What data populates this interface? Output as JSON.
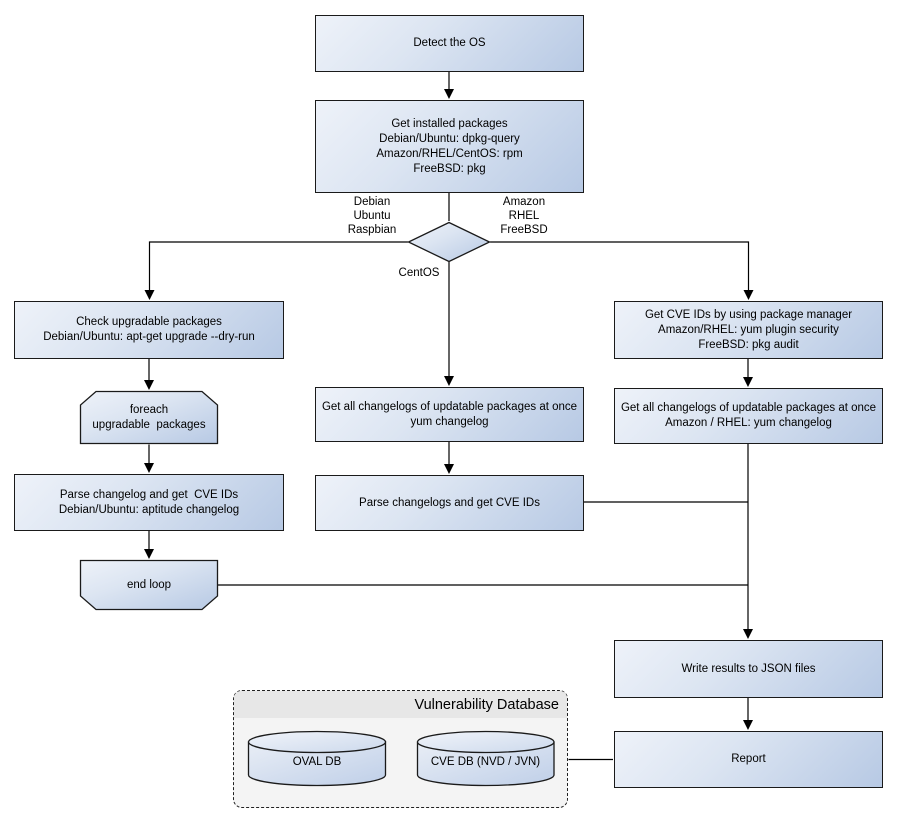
{
  "nodes": {
    "detect_os": "Detect the OS",
    "get_installed_packages": "Get installed packages\nDebian/Ubuntu: dpkg-query\nAmazon/RHEL/CentOS: rpm\nFreeBSD: pkg",
    "check_upgradable": "Check upgradable packages\nDebian/Ubuntu: apt-get upgrade --dry-run",
    "foreach_loop": "foreach\nupgradable  packages",
    "parse_changelog_deb": "Parse changelog and get  CVE IDs\nDebian/Ubuntu: aptitude changelog",
    "end_loop": "end loop",
    "get_changelogs_centos": "Get all changelogs of updatable packages at once\nyum changelog",
    "parse_changelogs_centos": "Parse changelogs and get CVE IDs",
    "get_cve_pkg_manager": "Get CVE IDs by using package manager\nAmazon/RHEL: yum plugin security\nFreeBSD: pkg audit",
    "get_changelogs_rhel": "Get all changelogs of updatable packages at once\nAmazon / RHEL: yum changelog",
    "write_json": "Write results to JSON files",
    "report": "Report"
  },
  "branch_labels": {
    "left": "Debian\nUbuntu\nRaspbian",
    "right": "Amazon\nRHEL\nFreeBSD",
    "bottom": "CentOS"
  },
  "vulndb": {
    "title": "Vulnerability Database",
    "oval_db": "OVAL DB",
    "cve_db": "CVE DB (NVD / JVN)"
  },
  "colors": {
    "node_fill_light": "#eef2f9",
    "node_fill_dark": "#b7c9e4",
    "node_border": "#1a1a1a",
    "line": "#000000",
    "group_body": "#f4f4f4",
    "group_header": "#e7e7e7"
  }
}
